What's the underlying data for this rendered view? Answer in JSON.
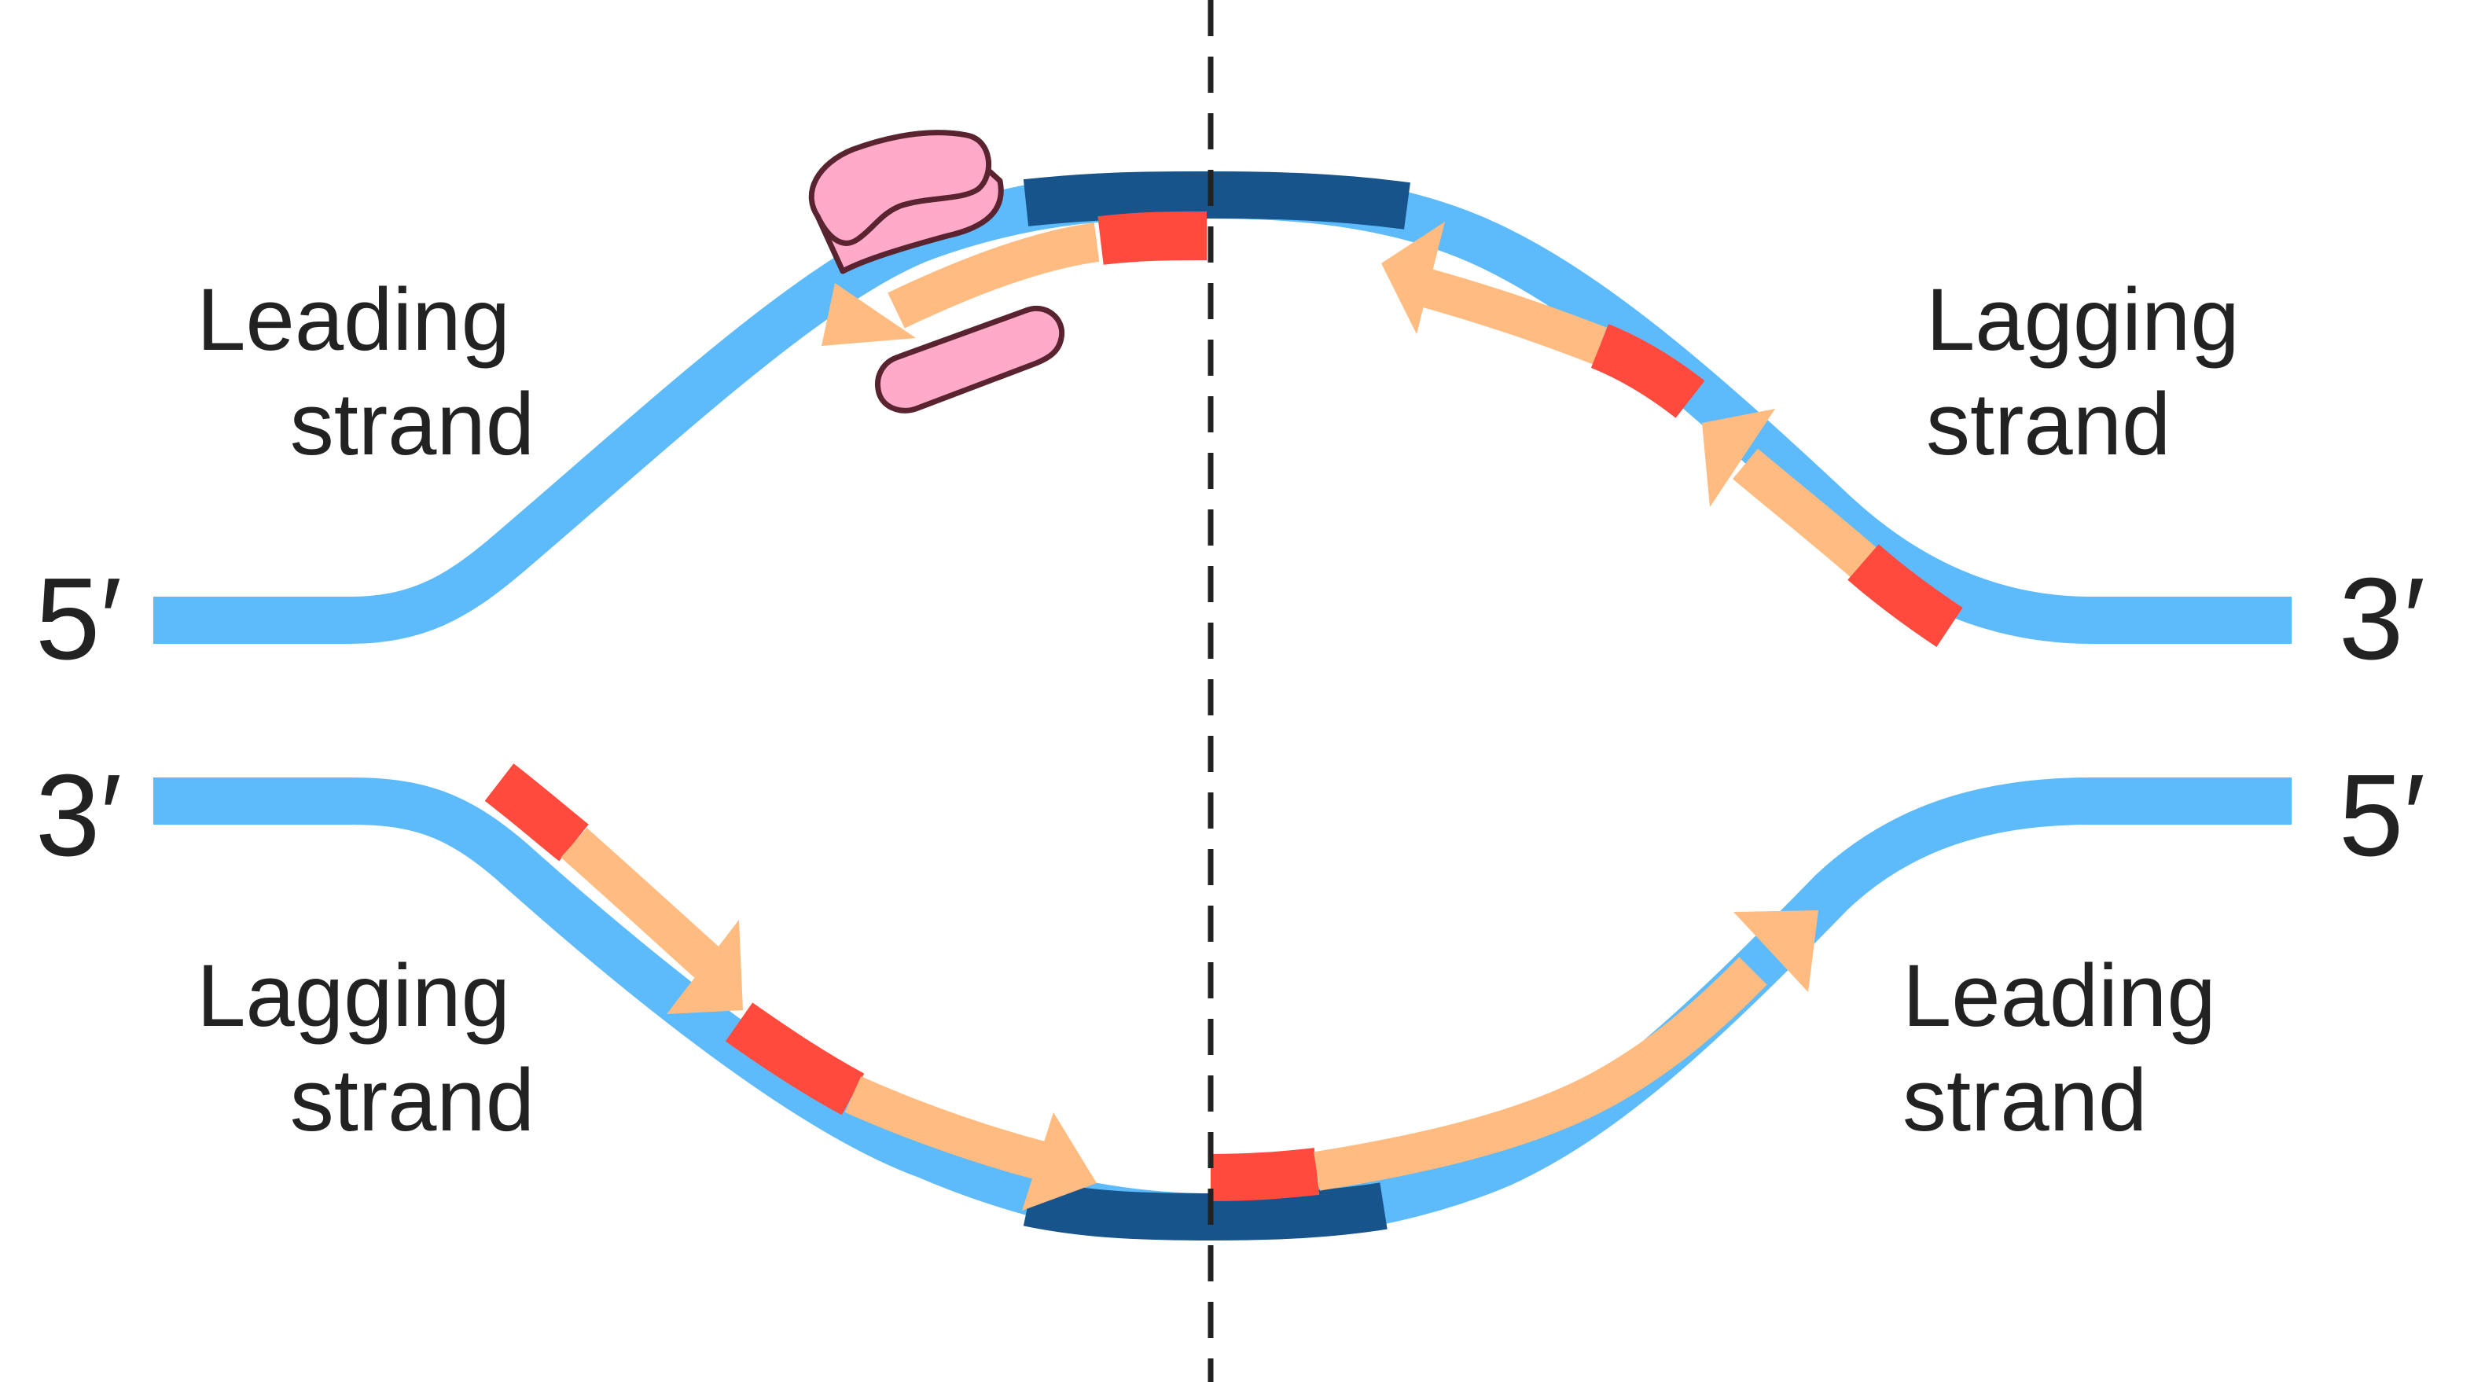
{
  "labels": {
    "top_left": [
      "Leading",
      "strand"
    ],
    "top_right": [
      "Lagging",
      "strand"
    ],
    "bottom_left": [
      "Lagging",
      "strand"
    ],
    "bottom_right": [
      "Leading",
      "strand"
    ]
  },
  "ends": {
    "top_left": "5′",
    "top_right": "3′",
    "bottom_left": "3′",
    "bottom_right": "5′"
  },
  "colors": {
    "template_strand": "#5dbbfb",
    "parental_origin_segment": "#17548b",
    "new_strand": "#ffbb80",
    "rna_primer": "#ff4a3d",
    "polymerase": "#ffaac8",
    "polymerase_outline": "#5a2330",
    "origin_line": "#222222",
    "text": "#222222"
  }
}
